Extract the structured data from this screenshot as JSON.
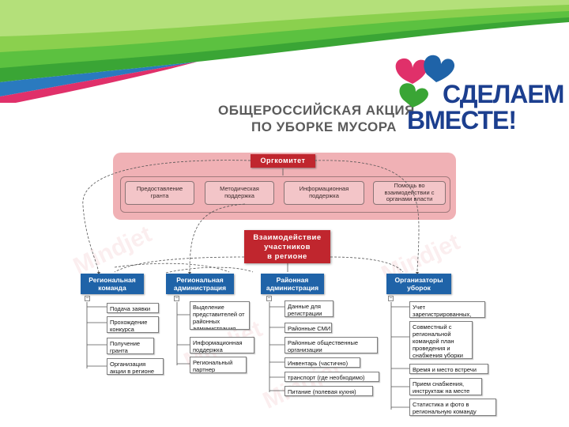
{
  "header": {
    "title_line1": "ОБЩЕРОССИЙСКАЯ АКЦИЯ",
    "title_line2": "ПО УБОРКЕ МУСОРА",
    "logo_line1": "СДЕЛАЕМ",
    "logo_line2": "ВМЕСТЕ!"
  },
  "colors": {
    "red": "#c0262e",
    "blue": "#1f63a8",
    "pink": "#eea9ad",
    "green": "#3aa535"
  },
  "watermark": "Mindjet",
  "orgcom": {
    "title": "Оргкомитет",
    "items": [
      "Предоставление гранта",
      "Методическая поддержка",
      "Информационная поддержка",
      "Помощь во взаимодействии с органами власти"
    ]
  },
  "interaction": {
    "line1": "Взаимодействие",
    "line2": "участников",
    "line3": "в регионе"
  },
  "columns": [
    {
      "title": "Региональная команда",
      "items": [
        "Подача заявки",
        "Прохождение конкурса",
        "Получение гранта",
        "Организация акции в регионе"
      ]
    },
    {
      "title": "Региональная администрация",
      "items": [
        "Выделение представителей от районных администрация",
        "Информационная поддержка",
        "Региональный партнер"
      ]
    },
    {
      "title": "Районная администрация",
      "items": [
        "Данные для регистрации",
        "Районные СМИ",
        "Районные общественные организации",
        "Инвентарь (частично)",
        "транспорт (где необходимо)",
        "Питание (полевая кухня)"
      ]
    },
    {
      "title": "Организаторы уборок",
      "items": [
        "Учет зарегистрированных, проведение инфо",
        "Совместный с региональной командой план проведения и снабжения уборки",
        "Время и место встречи",
        "Прием снабжения, инструктаж на месте",
        "Статистика и фото в региональную команду"
      ]
    }
  ]
}
